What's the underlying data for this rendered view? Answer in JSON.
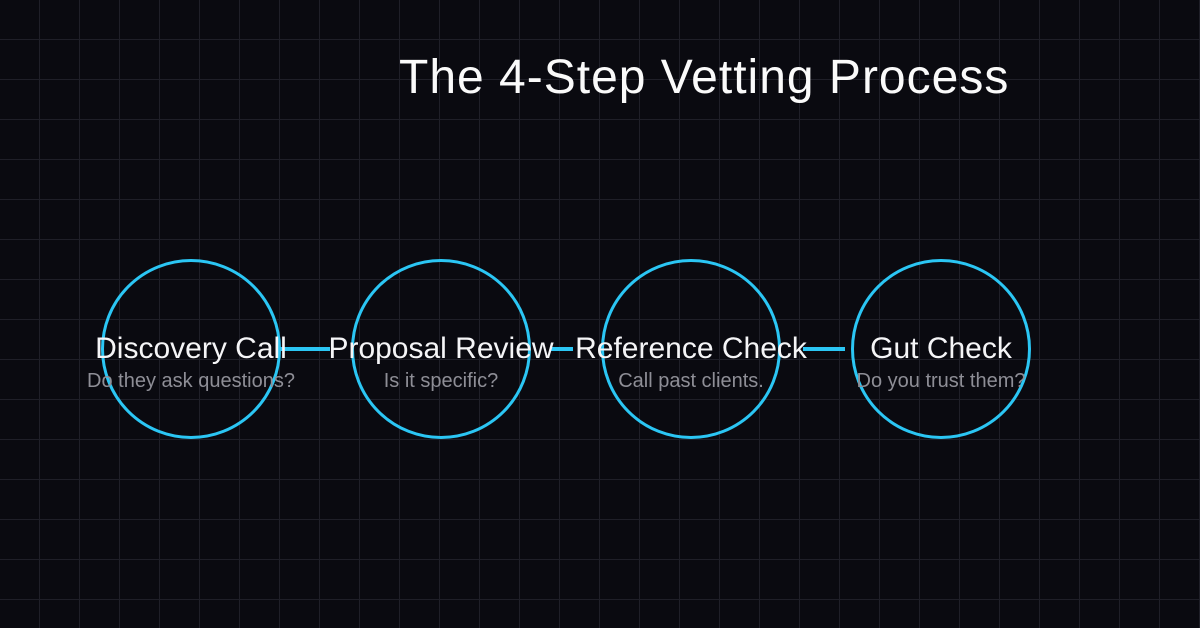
{
  "title": "The 4-Step Vetting Process",
  "steps": [
    {
      "label": "Discovery Call",
      "note": "Do they ask questions?"
    },
    {
      "label": "Proposal Review",
      "note": "Is it specific?"
    },
    {
      "label": "Reference Check",
      "note": "Call past clients."
    },
    {
      "label": "Gut Check",
      "note": "Do you trust them?"
    }
  ],
  "colors": {
    "background": "#0a0a10",
    "grid_line": "#1f1f28",
    "accent": "#2bc6f4",
    "title": "#fafafa",
    "step_label": "#f5f5f7",
    "step_note": "#8e8e96"
  }
}
